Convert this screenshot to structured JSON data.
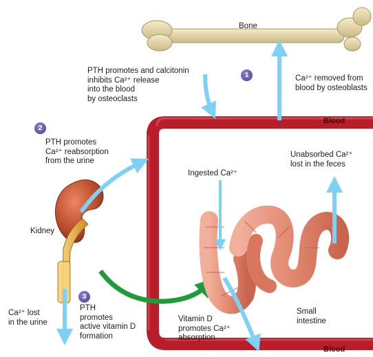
{
  "labels": {
    "bone": "Bone",
    "pth_calcitonin": "PTH promotes and calcitonin\ninhibits Ca²⁺ release\ninto the blood\nby osteoclasts",
    "ca_removed": "Ca²⁺ removed from\nblood by osteoblasts",
    "pth_reabsorption": "PTH promotes\nCa²⁺ reabsorption\nfrom the urine",
    "kidney": "Kidney",
    "ca_lost_urine": "Ca²⁺ lost\nin the urine",
    "pth_vitamin_d": "PTH\npromotes\nactive vitamin D\nformation",
    "ingested_ca": "Ingested Ca²⁺",
    "unabsorbed_ca": "Unabsorbed Ca²⁺\nlost in the feces",
    "vitamin_d_absorption": "Vitamin D\npromotes Ca²⁺\nabsorption",
    "small_intestine": "Small\nintestine",
    "blood_top": "Blood",
    "blood_bottom": "Blood"
  },
  "steps": [
    "1",
    "2",
    "3"
  ],
  "colors": {
    "vessel": "#b81d2a",
    "vessel_highlight": "#e0535d",
    "blue_arrow": "#7fd0f5",
    "green_arrow": "#1f9a3c",
    "bone": "#e8dcae",
    "kidney": "#b84a2e",
    "ureter": "#e8b44a",
    "intestine": "#e6957e",
    "badge": "#5b4aa0"
  }
}
